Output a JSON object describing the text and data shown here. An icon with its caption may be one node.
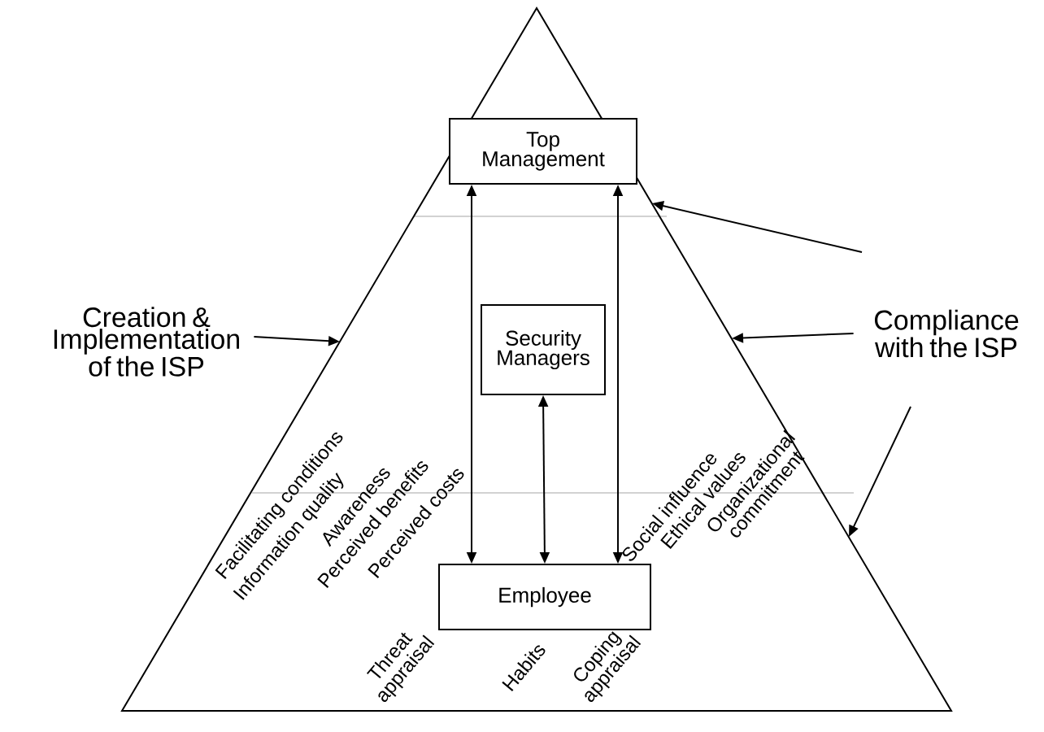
{
  "diagram": {
    "nodes": [
      {
        "text": [],
        "shape": "triangle"
      },
      {
        "text": [
          "Top Management"
        ],
        "in": 0
      },
      {
        "text": [
          "Security Managers"
        ],
        "in": 0
      },
      {
        "text": [
          "Employee"
        ],
        "in": 0
      },
      {
        "text": [
          "Creation & Implementation of the ISP"
        ]
      },
      {
        "text": [
          "Compliance with the ISP"
        ]
      }
    ],
    "edges": [
      {
        "from": 1,
        "to": 3,
        "arrow": "both"
      },
      {
        "from": 1,
        "to": 3,
        "arrow": "both"
      },
      {
        "from": 2,
        "to": 3,
        "arrow": "both"
      },
      {
        "from": 4,
        "to": 0,
        "arrow": "to"
      },
      {
        "from": 5,
        "to": 0,
        "arrow": "to"
      },
      {
        "from": 5,
        "to": 0,
        "arrow": "to"
      },
      {
        "from": 5,
        "to": 0,
        "arrow": "to"
      }
    ],
    "labels": [
      "Facilitating conditions",
      "Information quality",
      "Awareness",
      "Perceived benefits",
      "Perceived costs",
      "Social influence",
      "Ethical values",
      "Organizational commitment",
      "Threat appraisal",
      "Habits",
      "Coping appraisal"
    ]
  }
}
